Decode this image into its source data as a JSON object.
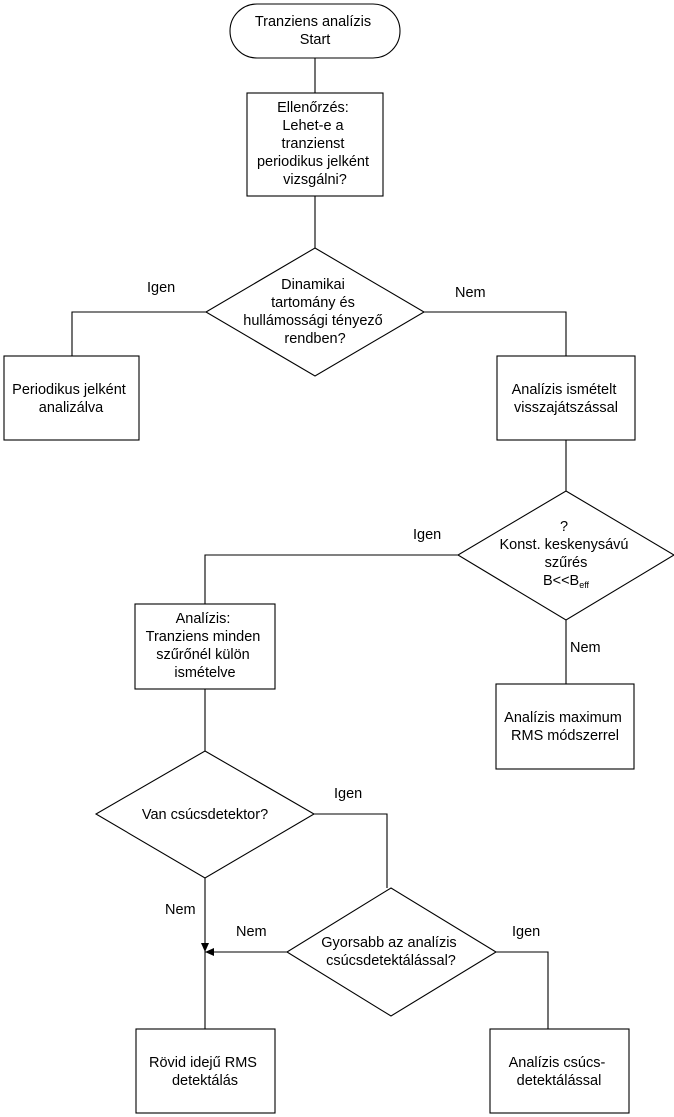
{
  "nodes": {
    "start": {
      "lines": [
        "Tranziens analízis",
        "Start"
      ]
    },
    "check": {
      "lines": [
        "Ellenőrzés:",
        "Lehet-e a",
        "tranzienst",
        "periodikus jelként",
        "vizsgálni?"
      ]
    },
    "dyn_decision": {
      "lines": [
        "Dinamikai",
        "tartomány és",
        "hullámossági tényező",
        "rendben?"
      ]
    },
    "periodic": {
      "lines": [
        "Periodikus jelként",
        "analizálva"
      ]
    },
    "repeat_playback": {
      "lines": [
        "Analízis ismételt",
        "visszajátszással"
      ]
    },
    "const_filter_decision": {
      "lines": [
        "?",
        "Konst. keskenysávú",
        "szűrés"
      ],
      "formula": {
        "base": "B<<B",
        "sub": "eff"
      }
    },
    "per_filter": {
      "lines": [
        "Analízis:",
        "Tranziens minden",
        "szűrőnél külön",
        "ismételve"
      ]
    },
    "max_rms": {
      "lines": [
        "Analízis maximum",
        "RMS módszerrel"
      ]
    },
    "peak_detector_decision": {
      "lines": [
        "Van csúcsdetektor?"
      ]
    },
    "faster_decision": {
      "lines": [
        "Gyorsabb az analízis",
        "csúcsdetektálással?"
      ]
    },
    "short_rms": {
      "lines": [
        "Rövid idejű RMS",
        "detektálás"
      ]
    },
    "peak_detection": {
      "lines": [
        "Analízis csúcs-",
        "detektálással"
      ]
    }
  },
  "edge_labels": {
    "dyn_yes": "Igen",
    "dyn_no": "Nem",
    "filter_yes": "Igen",
    "filter_no": "Nem",
    "peak_yes": "Igen",
    "peak_no": "Nem",
    "faster_no": "Nem",
    "faster_yes": "Igen"
  }
}
